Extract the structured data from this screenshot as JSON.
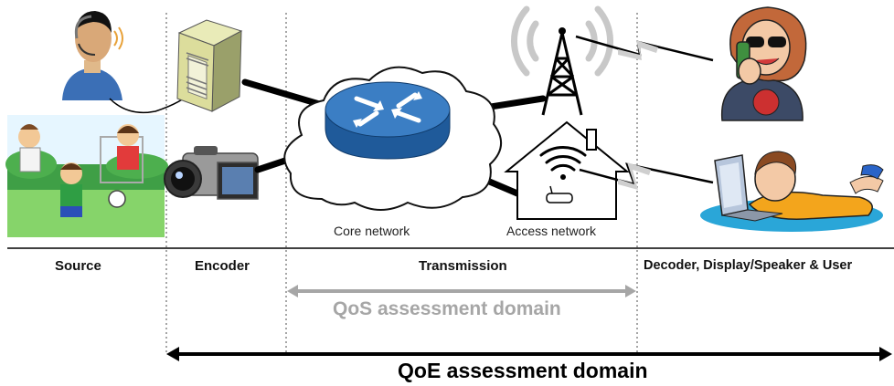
{
  "stages": {
    "source": "Source",
    "encoder": "Encoder",
    "transmission": "Transmission",
    "decoder": "Decoder, Display/Speaker & User"
  },
  "network": {
    "core": "Core network",
    "access": "Access network"
  },
  "domains": {
    "qos": "QoS assessment domain",
    "qoe": "QoE assessment domain"
  },
  "colors": {
    "qos_arrow": "#a6a6a6",
    "qoe_arrow": "#000000",
    "router_blue": "#2f6fb3",
    "wifi_gray": "#bfbfbf"
  }
}
